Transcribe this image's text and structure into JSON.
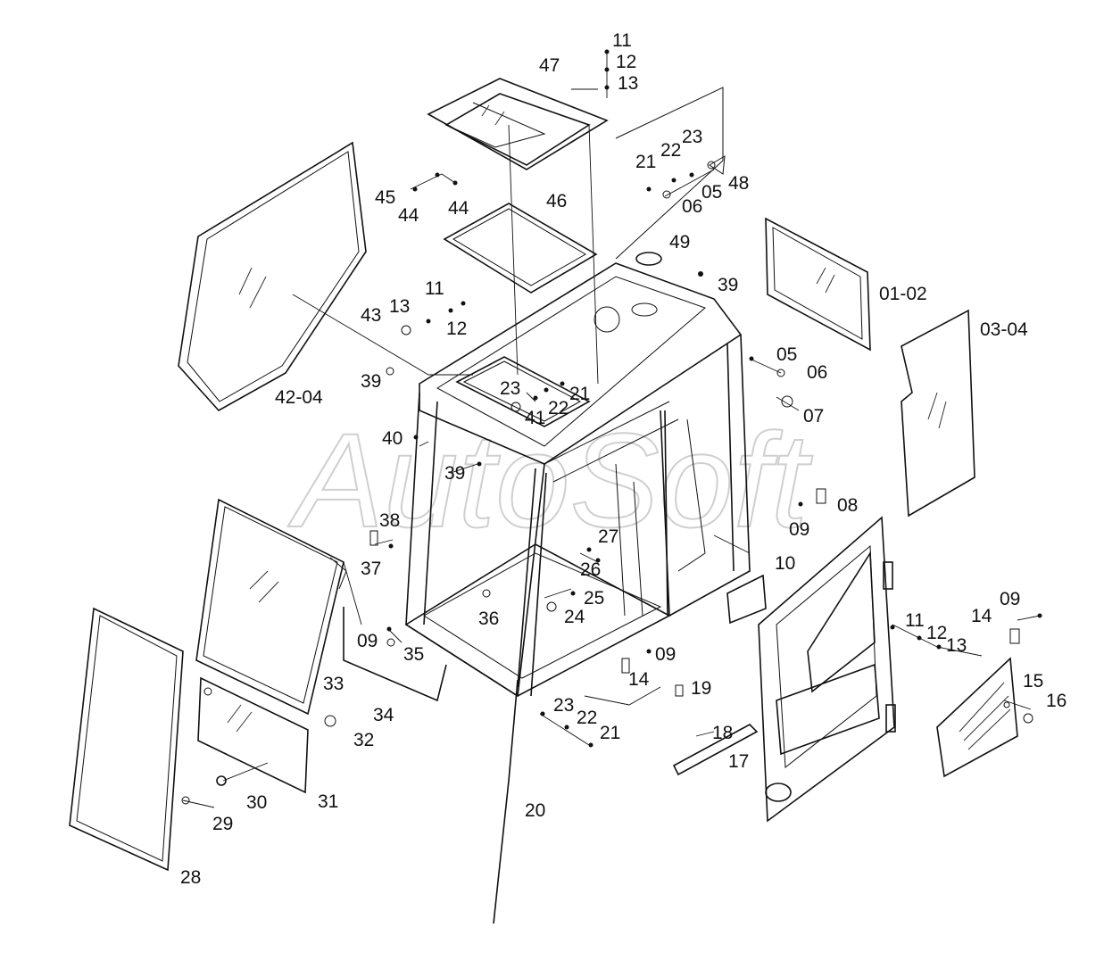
{
  "watermark": "AutoSoft",
  "callouts": [
    "11",
    "12",
    "13",
    "47",
    "21",
    "22",
    "23",
    "48",
    "05",
    "06",
    "45",
    "44",
    "44",
    "46",
    "49",
    "39",
    "01-02",
    "03-04",
    "11",
    "13",
    "12",
    "43",
    "39",
    "23",
    "21",
    "22",
    "41",
    "05",
    "06",
    "07",
    "08",
    "09",
    "40",
    "39",
    "42-04",
    "27",
    "26",
    "10",
    "38",
    "37",
    "25",
    "24",
    "36",
    "09",
    "35",
    "09",
    "14",
    "19",
    "18",
    "14",
    "09",
    "11",
    "12",
    "13",
    "15",
    "16",
    "33",
    "34",
    "32",
    "23",
    "22",
    "21",
    "17",
    "31",
    "30",
    "29",
    "20",
    "28"
  ]
}
